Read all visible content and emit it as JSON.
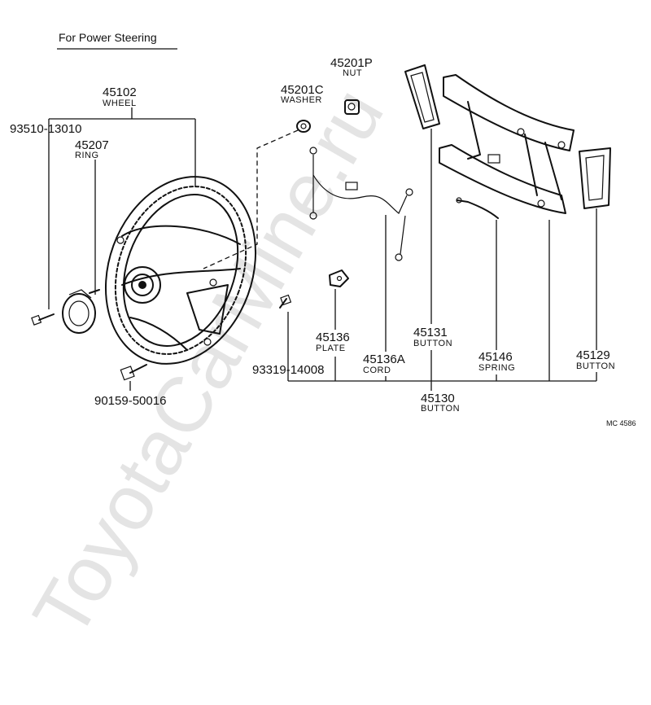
{
  "header": {
    "title": "For Power Steering"
  },
  "watermark": "ToyotaCarMine.ru",
  "diagram_code": "MC 4586",
  "callouts": {
    "wheel": {
      "number": "45102",
      "name": "WHEEL"
    },
    "bolt_93510": {
      "number": "93510-13010"
    },
    "ring": {
      "number": "45207",
      "name": "RING"
    },
    "washer": {
      "number": "45201C",
      "name": "WASHER"
    },
    "nut": {
      "number": "45201P",
      "name": "NUT"
    },
    "plate": {
      "number": "45136",
      "name": "PLATE"
    },
    "cord": {
      "number": "45136A",
      "name": "CORD"
    },
    "button_45131": {
      "number": "45131",
      "name": "BUTTON"
    },
    "spring": {
      "number": "45146",
      "name": "SPRING"
    },
    "button_45129": {
      "number": "45129",
      "name": "BUTTON"
    },
    "button_45130": {
      "number": "45130",
      "name": "BUTTON"
    },
    "screw_93319": {
      "number": "93319-14008"
    },
    "bolt_90159": {
      "number": "90159-50016"
    }
  }
}
